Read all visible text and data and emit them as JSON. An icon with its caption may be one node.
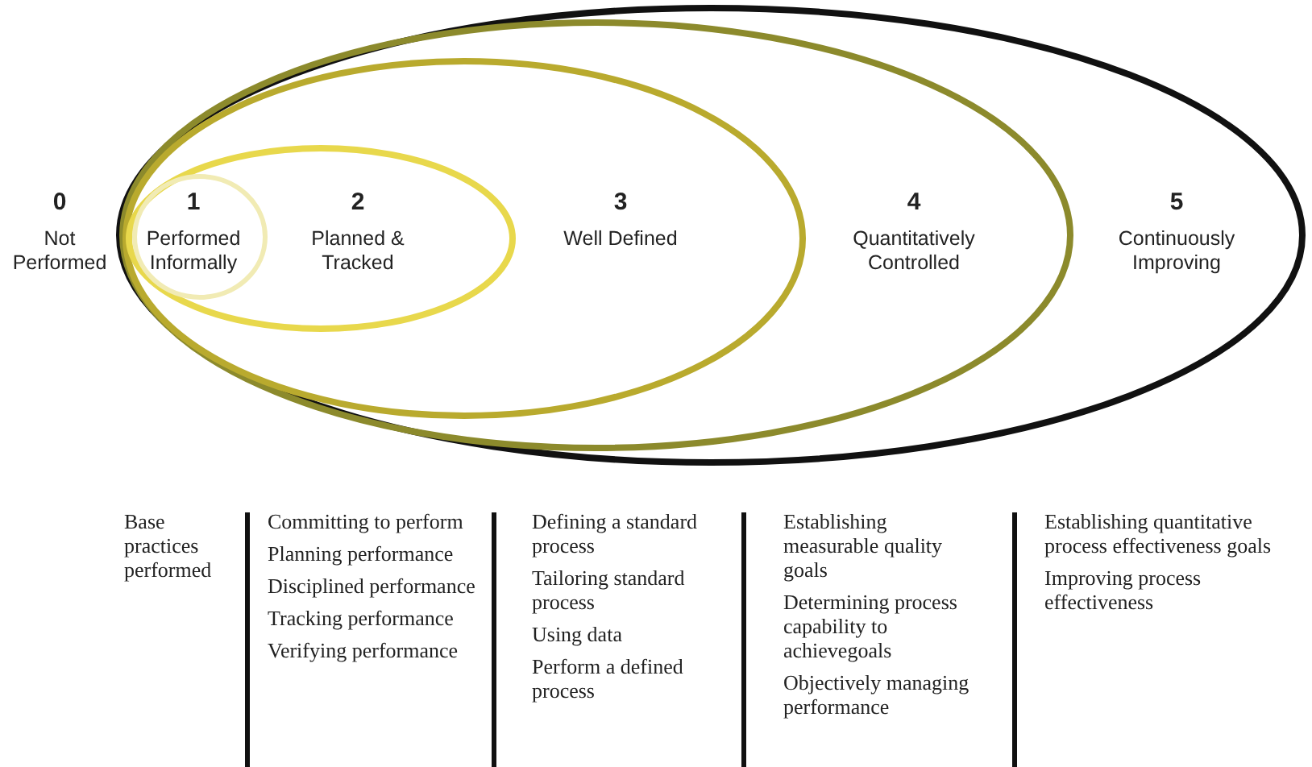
{
  "diagram": {
    "nodes": [
      {
        "text": [
          "5",
          "Continuously Improving"
        ]
      },
      {
        "text": [
          "4",
          "Quantitatively Controlled"
        ],
        "in": 0
      },
      {
        "text": [
          "3",
          "Well Defined"
        ],
        "in": 1
      },
      {
        "text": [
          "2",
          "Planned & Tracked"
        ],
        "in": 2
      },
      {
        "text": [
          "1",
          "Performed Informally"
        ],
        "in": 3
      }
    ],
    "labels": [
      "0",
      "Not Performed",
      "Base practices performed",
      "Committing to perform",
      "Planning performance",
      "Disciplined performance",
      "Tracking performance",
      "Verifying performance",
      "Defining a standard process",
      "Tailoring standard process",
      "Using data",
      "Perform a defined process",
      "Establishing measurable quality goals",
      "Determining process capability to achievegoals",
      "Objectively managing performance",
      "Establishing quantitative process effectiveness goals",
      "Improving process effectiveness"
    ]
  }
}
